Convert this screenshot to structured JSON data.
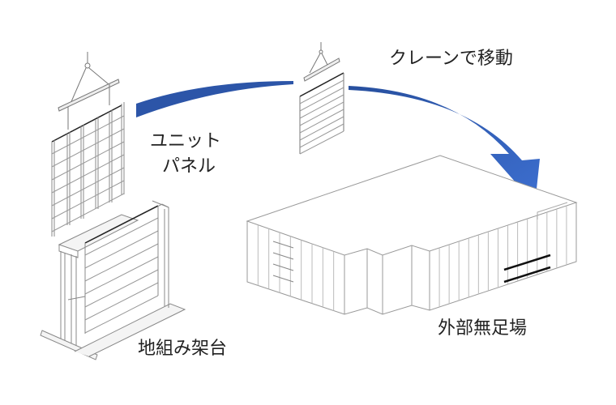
{
  "labels": {
    "crane": "クレーンで移動",
    "unit_line1": "ユニット",
    "unit_line2": "パネル",
    "jig": "地組み架台",
    "no_scaffold": "外部無足場"
  },
  "colors": {
    "arrow": "#3a66c4",
    "arrow_dark": "#274f9e",
    "line": "#888888"
  }
}
